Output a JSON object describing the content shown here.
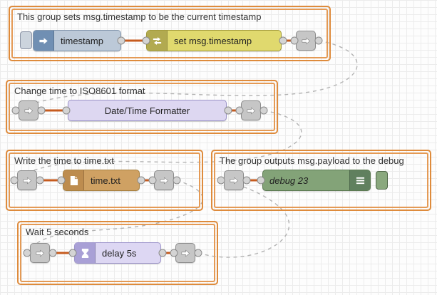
{
  "groups": [
    {
      "label": "This group sets msg.timestamp to be the current timestamp"
    },
    {
      "label": "Change time to ISO8601 format"
    },
    {
      "label": "Write the time to time.txt"
    },
    {
      "label": "The group outputs msg.payload to the debug"
    },
    {
      "label": "Wait 5 seconds"
    }
  ],
  "nodes": {
    "timestamp_inject": {
      "label": "timestamp"
    },
    "set_timestamp": {
      "label": "set msg.timestamp"
    },
    "datetime_formatter": {
      "label": "Date/Time Formatter"
    },
    "write_file": {
      "label": "time.txt"
    },
    "debug": {
      "label": "debug 23"
    },
    "delay": {
      "label": "delay 5s"
    }
  },
  "icons": {
    "inject": "arrow-right",
    "change": "swap-arrows",
    "file": "document",
    "debug": "message-list",
    "delay": "hourglass",
    "link": "arrow-right",
    "inject_button": "trigger-button",
    "debug_toggle": "enable-toggle"
  },
  "colors": {
    "group_border": "#de8b3c",
    "wire": "#c65b1e",
    "link_wire": "#b3b3b3",
    "inject_body": "#bcc9d8",
    "inject_icon_bg": "#708fb3",
    "change_body": "#e0d96e",
    "change_icon_bg": "#b2aa50",
    "formatter_body": "#ddd7f1",
    "file_body": "#cfa163",
    "file_icon_bg": "#bd8c4f",
    "debug_body": "#83a378",
    "debug_icon_bg": "#60805e",
    "delay_body": "#ddd7f3",
    "delay_icon_bg": "#a9a0d6",
    "link_body": "#c6c6c6",
    "grid": "#ececec"
  }
}
